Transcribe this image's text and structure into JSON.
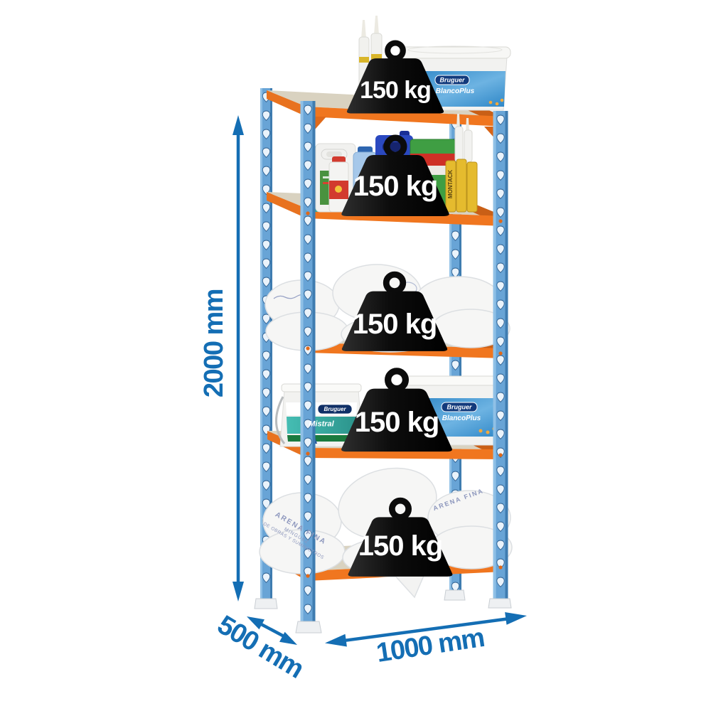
{
  "dimensions": {
    "height": "2000 mm",
    "depth": "500 mm",
    "width": "1000 mm"
  },
  "capacity": {
    "badges": [
      "150 kg",
      "150 kg",
      "150 kg",
      "150 kg",
      "150 kg"
    ]
  },
  "products": {
    "brand": "Bruguer",
    "paint_top": "BlancoPlus",
    "paint_left": "Mistral",
    "paint_right": "BlancoPlus",
    "cartridge": "MONTACK",
    "sack_line1": "ARENA FINA",
    "sack_line2": "MINGUEZ",
    "sack_line3": "DE OBRAS Y SUMINISTROS"
  },
  "colors": {
    "frame_blue": "#68a4d6",
    "frame_blue_dark": "#3f7cb0",
    "shelf_orange": "#f0761f",
    "shelf_orange_dark": "#c95f16",
    "board_beige": "#d9d2c0",
    "dimension_blue": "#146eb4",
    "weight_black": "#111111",
    "weight_text": "#ffffff"
  }
}
